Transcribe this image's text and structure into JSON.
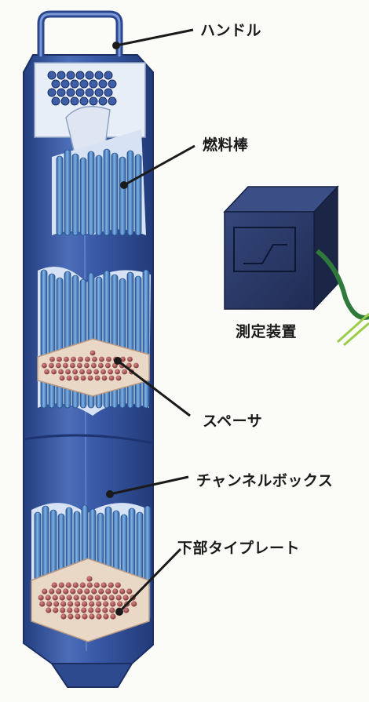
{
  "labels": {
    "handle": "ハンドル",
    "fuel_rod": "燃料棒",
    "measuring_device": "測定装置",
    "spacer": "スペーサ",
    "channel_box": "チャンネルボックス",
    "lower_tie_plate": "下部タイプレート"
  },
  "colors": {
    "background": "#fbfbf8",
    "channel_box": "#3a5aa8",
    "channel_box_dark": "#223c7c",
    "channel_box_light": "#5f82c8",
    "fuel_rod": "#4f8fd0",
    "fuel_rod_dark": "#2c5c9c",
    "spacer_plate": "#ead8c6",
    "pellet_red": "#a04848",
    "device_body": "#27345e",
    "device_side": "#1b2546",
    "cable_green": "#2f7a3a",
    "wire_light_green": "#9ccc4a"
  }
}
